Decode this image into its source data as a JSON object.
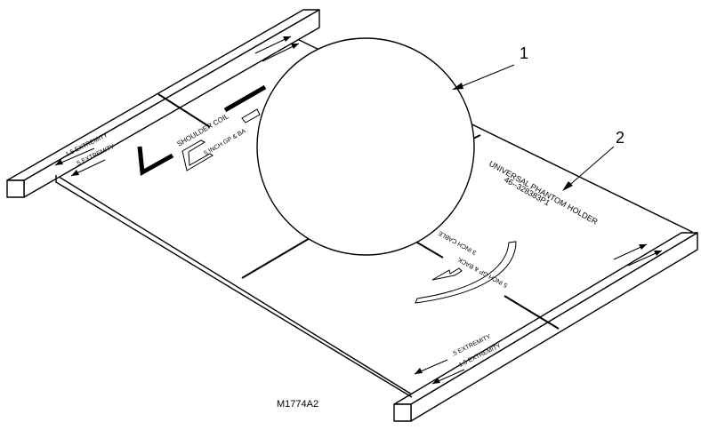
{
  "callouts": {
    "one": "1",
    "two": "2"
  },
  "labels": {
    "top_15": "1.5 EXTREMITY",
    "top_5": ".5 EXTREMITY",
    "shoulder": "SHOULDER COIL",
    "gp_top": "5 INCH GP & BA",
    "holder_name": "UNIVERSAL PHANTOM HOLDER",
    "holder_part": "46--328383P1",
    "cable": "3 INCH CABLE",
    "gp_bottom": "5 INCH GP & BACK",
    "bot_5": ".5 EXTREMITY",
    "bot_15": "1.5 EXTREMITY"
  },
  "figure_code": "M1774A2"
}
